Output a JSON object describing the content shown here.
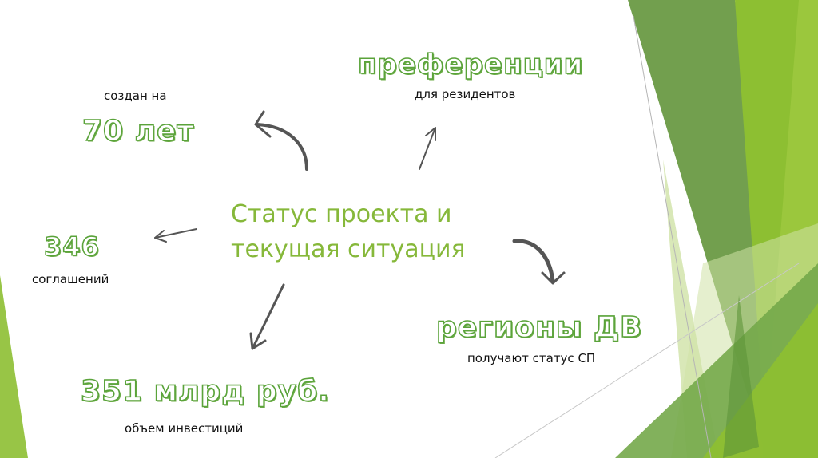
{
  "slide": {
    "title_line1": "Статус проекта и",
    "title_line2": "текущая ситуация",
    "colors": {
      "title_green": "#86b83a",
      "outline_green": "#5aa33a",
      "arrow_gray": "#555555",
      "shape_dark_green": "#6a9a45",
      "shape_mid_green": "#74a84a",
      "shape_lime": "#8dbf32",
      "shape_bright_lime": "#9cc83e",
      "shape_pale_green": "#cfe2a6"
    },
    "items": [
      {
        "id": "years",
        "value": "70 лет",
        "caption": "создан на",
        "caption_position": "above",
        "arrow": "curved-up-left-arrow"
      },
      {
        "id": "preferences",
        "value": "преференции",
        "caption": "для резидентов",
        "caption_position": "below",
        "arrow": "up-right-arrow"
      },
      {
        "id": "agreements",
        "value": "346",
        "caption": "соглашений",
        "caption_position": "below",
        "arrow": "left-arrow"
      },
      {
        "id": "regions",
        "value": "регионы ДВ",
        "caption": "получают статус СП",
        "caption_position": "below",
        "arrow": "curved-down-right-arrow"
      },
      {
        "id": "investments",
        "value": "351 млрд руб.",
        "caption": "объем инвестиций",
        "caption_position": "below",
        "arrow": "down-left-arrow"
      }
    ]
  }
}
